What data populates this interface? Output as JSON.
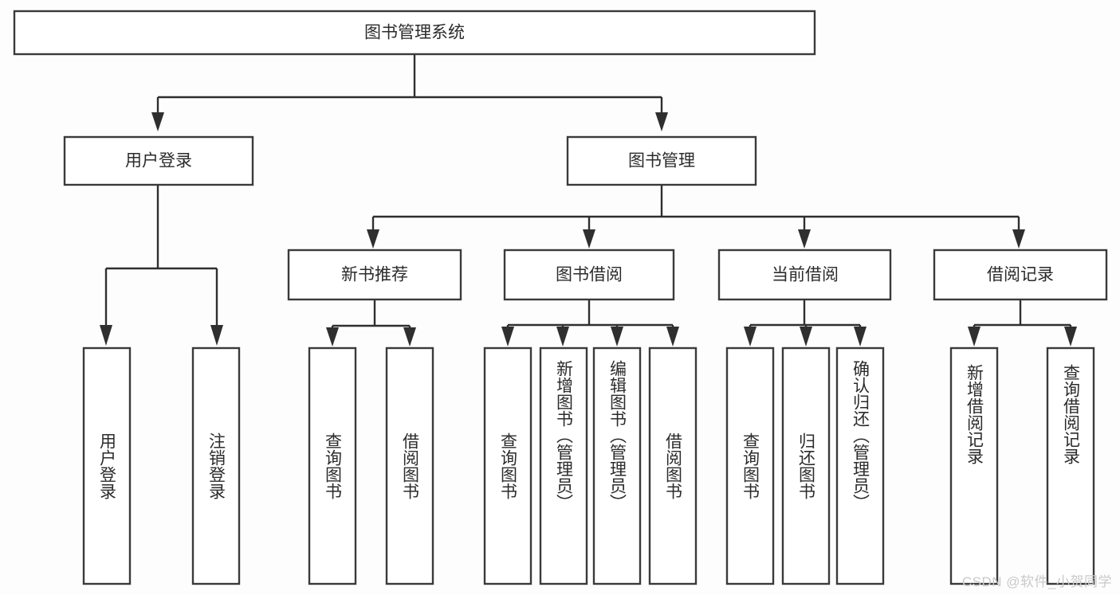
{
  "diagram": {
    "title": "图书管理系统",
    "type": "tree-hierarchy",
    "watermark": "CSDN @软件_小贺同学",
    "colors": {
      "box_fill": "#ffffff",
      "box_stroke": "#3a3a3a",
      "connector": "#2f2f2f",
      "text": "#2b2b2b",
      "background": "#fdfdfd",
      "watermark": "#c9c9c9"
    },
    "root": {
      "label": "图书管理系统"
    },
    "level1": [
      {
        "label": "用户登录"
      },
      {
        "label": "图书管理"
      }
    ],
    "level2": [
      {
        "label": "新书推荐"
      },
      {
        "label": "图书借阅"
      },
      {
        "label": "当前借阅"
      },
      {
        "label": "借阅记录"
      }
    ],
    "leaves": {
      "user_login": [
        {
          "label": "用户登录"
        },
        {
          "label": "注销登录"
        }
      ],
      "new_book_recommend": [
        {
          "label": "查询图书"
        },
        {
          "label": "借阅图书"
        }
      ],
      "book_borrow": [
        {
          "label": "查询图书"
        },
        {
          "label": "新增图书（管理员）"
        },
        {
          "label": "编辑图书（管理员）"
        },
        {
          "label": "借阅图书"
        }
      ],
      "current_borrow": [
        {
          "label": "查询图书"
        },
        {
          "label": "归还图书"
        },
        {
          "label": "确认归还（管理员）"
        }
      ],
      "borrow_record": [
        {
          "label": "新增借阅记录"
        },
        {
          "label": "查询借阅记录"
        }
      ]
    }
  }
}
